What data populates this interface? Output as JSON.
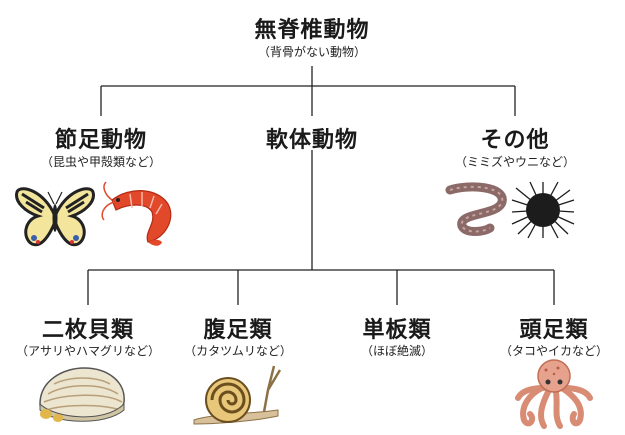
{
  "root": {
    "title": "無脊椎動物",
    "subtitle": "（背骨がない動物）"
  },
  "level1": [
    {
      "title": "節足動物",
      "subtitle": "（昆虫や甲殻類など）"
    },
    {
      "title": "軟体動物",
      "subtitle": ""
    },
    {
      "title": "その他",
      "subtitle": "（ミミズやウニなど）"
    }
  ],
  "level2": [
    {
      "title": "二枚貝類",
      "subtitle": "（アサリやハマグリなど）"
    },
    {
      "title": "腹足類",
      "subtitle": "（カタツムリなど）"
    },
    {
      "title": "単板類",
      "subtitle": "（ほぼ絶滅）"
    },
    {
      "title": "頭足類",
      "subtitle": "（タコやイカなど）"
    }
  ],
  "colors": {
    "line": "#222222",
    "shrimp": "#e2492b",
    "urchin": "#1c1c1c",
    "worm": "#8c6a68",
    "octopus": "#d98c74",
    "shell": "#cfc4a3",
    "snail": "#b38a3c"
  },
  "icons": [
    "butterfly-icon",
    "shrimp-icon",
    "worm-icon",
    "sea-urchin-icon",
    "clam-icon",
    "snail-icon",
    "octopus-icon"
  ]
}
